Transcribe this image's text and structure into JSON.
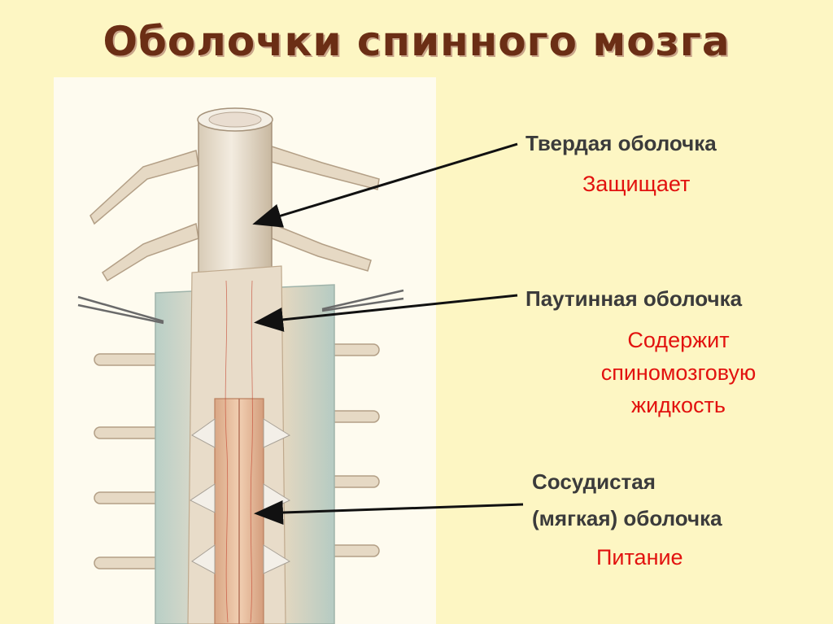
{
  "title": "Оболочки спинного мозга",
  "layers": [
    {
      "name": "Твердая оболочка",
      "function": "Защищает"
    },
    {
      "name": "Паутинная оболочка",
      "function_lines": [
        "Содержит",
        "спиномозговую",
        "жидкость"
      ]
    },
    {
      "name_lines": [
        "Сосудистая",
        "(мягкая) оболочка"
      ],
      "function": "Питание"
    }
  ],
  "colors": {
    "background": "#fdf6c3",
    "title": "#6b2e15",
    "label": "#3b3b3b",
    "function_text": "#e2120f"
  }
}
